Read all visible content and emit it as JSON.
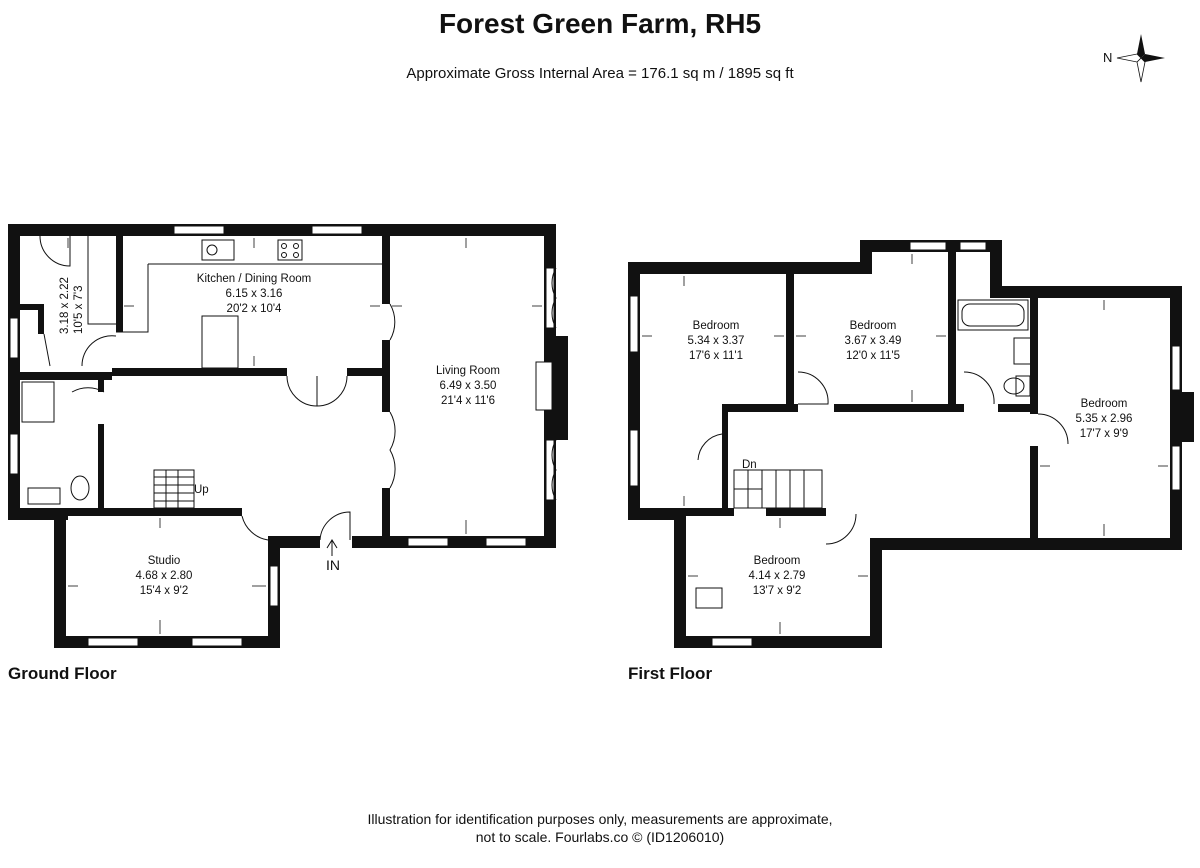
{
  "title": "Forest Green Farm, RH5",
  "subtitle": "Approximate Gross Internal Area = 176.1 sq m / 1895 sq ft",
  "compass_label": "N",
  "floors": {
    "ground": {
      "label": "Ground Floor",
      "rooms": [
        {
          "name": "Kitchen / Dining Room",
          "metric": "6.15 x 3.16",
          "imperial": "20'2 x 10'4"
        },
        {
          "name": "Living Room",
          "metric": "6.49 x 3.50",
          "imperial": "21'4 x 11'6"
        },
        {
          "name": "Studio",
          "metric": "4.68 x 2.80",
          "imperial": "15'4 x 9'2"
        },
        {
          "name": "",
          "metric": "3.18 x 2.22",
          "imperial": "10'5 x 7'3"
        }
      ],
      "stairs_label": "Up",
      "entrance_label": "IN"
    },
    "first": {
      "label": "First Floor",
      "rooms": [
        {
          "name": "Bedroom",
          "metric": "5.34 x 3.37",
          "imperial": "17'6 x 11'1"
        },
        {
          "name": "Bedroom",
          "metric": "3.67 x 3.49",
          "imperial": "12'0 x 11'5"
        },
        {
          "name": "Bedroom",
          "metric": "5.35 x 2.96",
          "imperial": "17'7 x 9'9"
        },
        {
          "name": "Bedroom",
          "metric": "4.14 x 2.79",
          "imperial": "13'7 x 9'2"
        }
      ],
      "stairs_label": "Dn"
    }
  },
  "footer": {
    "line1": "Illustration for identification purposes only, measurements are approximate,",
    "line2": "not to scale. Fourlabs.co © (ID1206010)"
  }
}
